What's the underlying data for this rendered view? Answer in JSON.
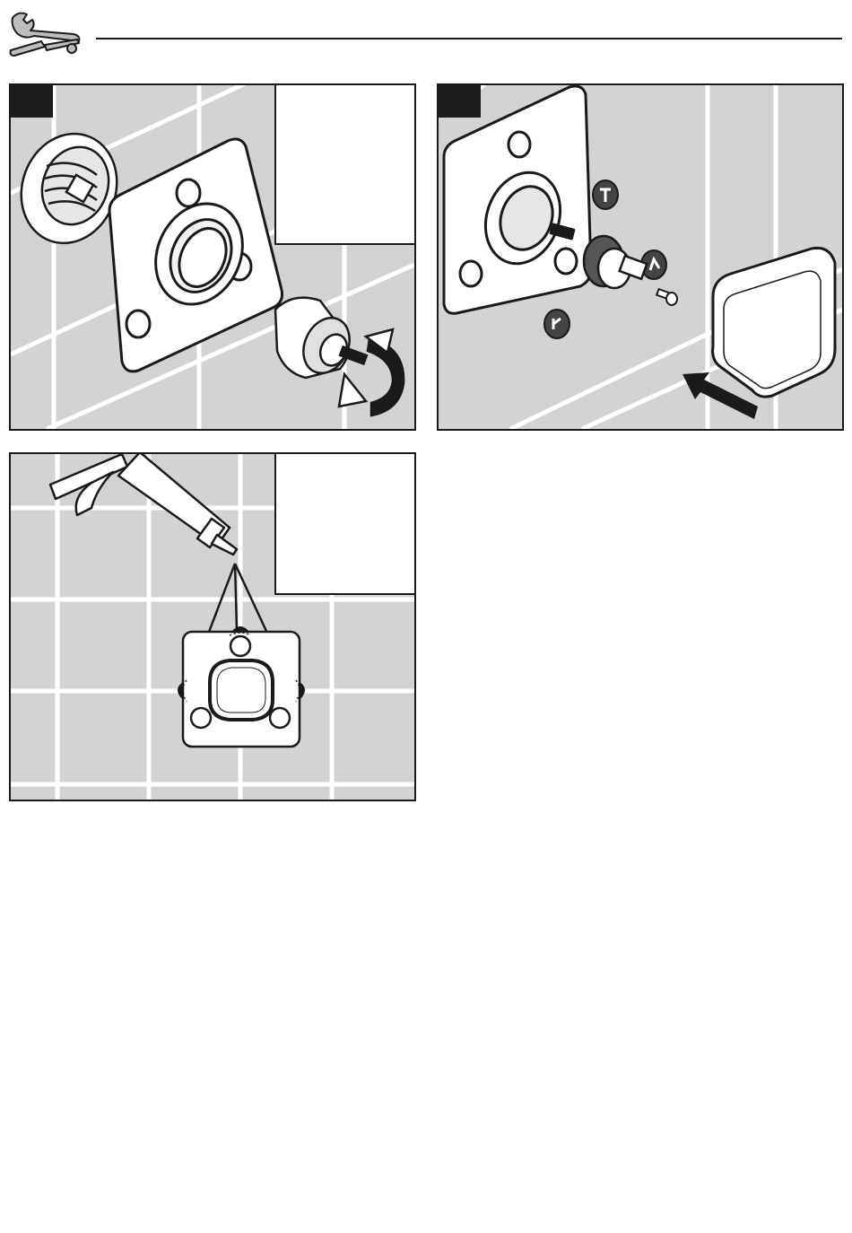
{
  "header": {
    "icon": "wrench-screwdriver-icon",
    "rule_color": "#1a1a1a"
  },
  "panels": [
    {
      "id": "step-1",
      "badge_label": "",
      "note_text": "",
      "illustration": "remove-cartridge-flange-icon"
    },
    {
      "id": "step-2",
      "badge_label": "",
      "illustration": "assemble-handle-cover-icon"
    },
    {
      "id": "step-3",
      "note_text": "",
      "illustration": "apply-silicone-sealant-icon"
    }
  ],
  "colors": {
    "tile": "#d3d3d3",
    "grout": "#ffffff",
    "ink": "#1a1a1a",
    "part_fill": "#ffffff",
    "badge": "#1c1c1c"
  }
}
